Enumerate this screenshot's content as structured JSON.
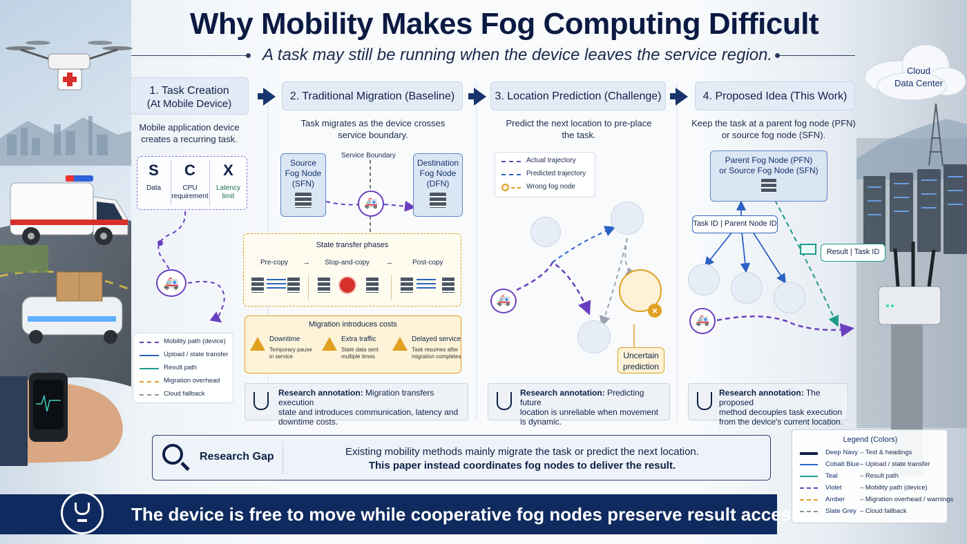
{
  "title": "Why Mobility Makes Fog Computing Difficult",
  "subtitle": "A task may still be running when the device leaves the service region.",
  "cloud_label_line1": "Cloud",
  "cloud_label_line2": "Data Center",
  "panels": [
    {
      "title_line1": "1. Task Creation",
      "title_line2": "(At Mobile Device)",
      "desc_line1": "Mobile application device",
      "desc_line2": "creates a recurring task."
    },
    {
      "title_line1": "2. Traditional Migration (Baseline)",
      "desc_line1": "Task migrates as the device crosses",
      "desc_line2": "service boundary."
    },
    {
      "title_line1": "3. Location Prediction (Challenge)",
      "desc_line1": "Predict the next location to pre-place",
      "desc_line2": "the task."
    },
    {
      "title_line1": "4. Proposed Idea (This Work)",
      "desc_line1": "Keep the task at a parent fog node (PFN)",
      "desc_line2": "or source fog node (SFN)."
    }
  ],
  "task_tuple": [
    {
      "symbol": "S",
      "label_line1": "Data",
      "label_line2": ""
    },
    {
      "symbol": "C",
      "label_line1": "CPU",
      "label_line2": "requirement"
    },
    {
      "symbol": "X",
      "label_line1": "Latency",
      "label_line2": "limit"
    }
  ],
  "path_legend": [
    {
      "label": "Mobility path (device)",
      "color": "#6a3fbf",
      "style": "dashed"
    },
    {
      "label": "Upload / state transfer",
      "color": "#2b62c4",
      "style": "solid"
    },
    {
      "label": "Result path",
      "color": "#1f9a8a",
      "style": "solid"
    },
    {
      "label": "Migration overhead",
      "color": "#e0a020",
      "style": "dashed"
    },
    {
      "label": "Cloud fallback",
      "color": "#8a93a0",
      "style": "dashed"
    }
  ],
  "migration": {
    "boundary_label": "Service Boundary",
    "source_line1": "Source",
    "source_line2": "Fog Node",
    "source_line3": "(SFN)",
    "dest_line1": "Destination",
    "dest_line2": "Fog Node",
    "dest_line3": "(DFN)",
    "phases_title": "State transfer phases",
    "phases": [
      "Pre-copy",
      "Stop-and-copy",
      "Post-copy"
    ],
    "phase_arrow": "→",
    "costs_title": "Migration introduces costs",
    "costs": [
      {
        "title": "Downtime",
        "line1": "Temporary pause",
        "line2": "in service"
      },
      {
        "title": "Extra traffic",
        "line1": "State data sent",
        "line2": "multiple times"
      },
      {
        "title": "Delayed service",
        "line1": "Task resumes after",
        "line2": "migration completes"
      }
    ],
    "annotation_bold": "Research annotation:",
    "annotation_line1": " Migration transfers execution",
    "annotation_line2": "state and introduces communication, latency and",
    "annotation_line3": "downtime costs."
  },
  "prediction": {
    "legend": [
      {
        "label": "Actual trajectory",
        "color": "#6a3fbf"
      },
      {
        "label": "Predicted trajectory",
        "color": "#2b62c4"
      },
      {
        "label": "Wrong fog node",
        "color": "#e0a020"
      }
    ],
    "uncertain_line1": "Uncertain",
    "uncertain_line2": "prediction",
    "annotation_bold": "Research annotation:",
    "annotation_line1": " Predicting future",
    "annotation_line2": "location is unreliable when movement",
    "annotation_line3": "is dynamic."
  },
  "proposed": {
    "pfn_line1": "Parent Fog Node (PFN)",
    "pfn_line2": "or Source Fog Node (SFN)",
    "task_tag": "Task ID | Parent Node ID",
    "result_tag": "Result | Task ID",
    "annotation_bold": "Research annotation:",
    "annotation_line1": " The proposed",
    "annotation_line2": "method decouples task execution",
    "annotation_line3": "from the device's current location."
  },
  "research_gap": {
    "label": "Research Gap",
    "line1": "Existing mobility methods mainly migrate the task or predict the next location.",
    "line2": "This paper instead coordinates fog nodes to deliver the result."
  },
  "bottom_banner": "The device is free to move while cooperative fog nodes preserve result access.",
  "color_legend": {
    "title": "Legend (Colors)",
    "items": [
      {
        "name": "Deep Navy",
        "meaning": "– Text & headings",
        "color": "#0f2046",
        "style": "solid"
      },
      {
        "name": "Cobalt Blue",
        "meaning": "– Upload / state transfer",
        "color": "#2b62c4",
        "style": "solid"
      },
      {
        "name": "Teal",
        "meaning": "– Result path",
        "color": "#1f9a8a",
        "style": "solid"
      },
      {
        "name": "Violet",
        "meaning": "– Mobility path (device)",
        "color": "#6a3fbf",
        "style": "dashed"
      },
      {
        "name": "Amber",
        "meaning": "– Migration overhead / warnings",
        "color": "#e0a020",
        "style": "dashed"
      },
      {
        "name": "Slate Grey",
        "meaning": "– Cloud fallback",
        "color": "#8a93a0",
        "style": "dashed"
      }
    ]
  }
}
